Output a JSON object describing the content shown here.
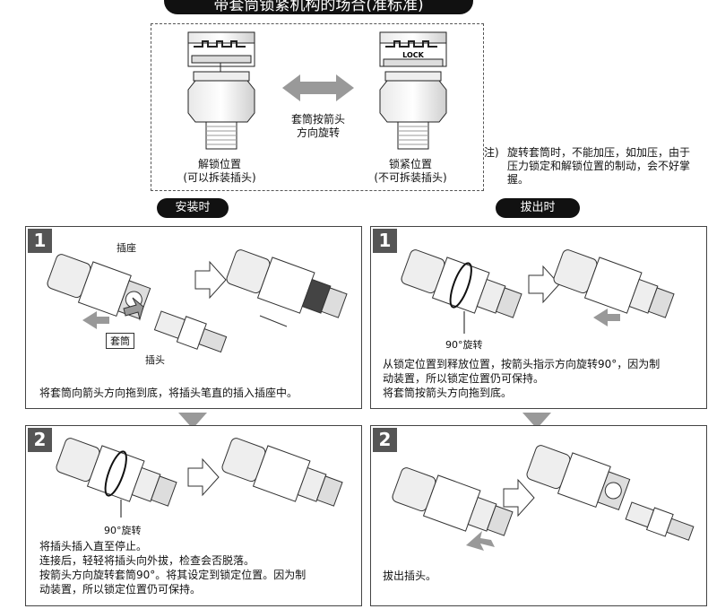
{
  "header": {
    "title": "带套筒锁紧机构的场合(准标准)"
  },
  "diagram": {
    "left_caption": "解锁位置\n(可以拆装插头)",
    "right_caption": "锁紧位置\n(不可拆装插头)",
    "center_caption": "套筒按箭头\n方向旋转",
    "lock_text": "LOCK"
  },
  "note": {
    "prefix": "注)",
    "body": "旋转套筒时，不能加压，如加压，由于压力锁定和解锁位置的制动，会不好掌握。"
  },
  "sections": {
    "install": "安装时",
    "remove": "拔出时"
  },
  "install_steps": [
    {
      "num": "1",
      "label_socket": "插座",
      "label_sleeve": "套筒",
      "label_plug": "插头",
      "text": "将套筒向箭头方向拖到底，将插头笔直的插入插座中。"
    },
    {
      "num": "2",
      "label_rotate": "90°旋转",
      "text_lines": [
        "将插头插入直至停止。",
        "连接后，轻轻将插头向外拔，检查会否脱落。",
        "按箭头方向旋转套筒90°。将其设定到锁定位置。因为制",
        "动装置，所以锁定位置仍可保持。"
      ]
    }
  ],
  "remove_steps": [
    {
      "num": "1",
      "label_rotate": "90°旋转",
      "text_lines": [
        "从锁定位置到释放位置，按箭头指示方向旋转90°，因为制",
        "动装置，所以锁定位置仍可保持。",
        "将套筒按箭头方向拖到底。"
      ]
    },
    {
      "num": "2",
      "text": "拔出插头。"
    }
  ]
}
